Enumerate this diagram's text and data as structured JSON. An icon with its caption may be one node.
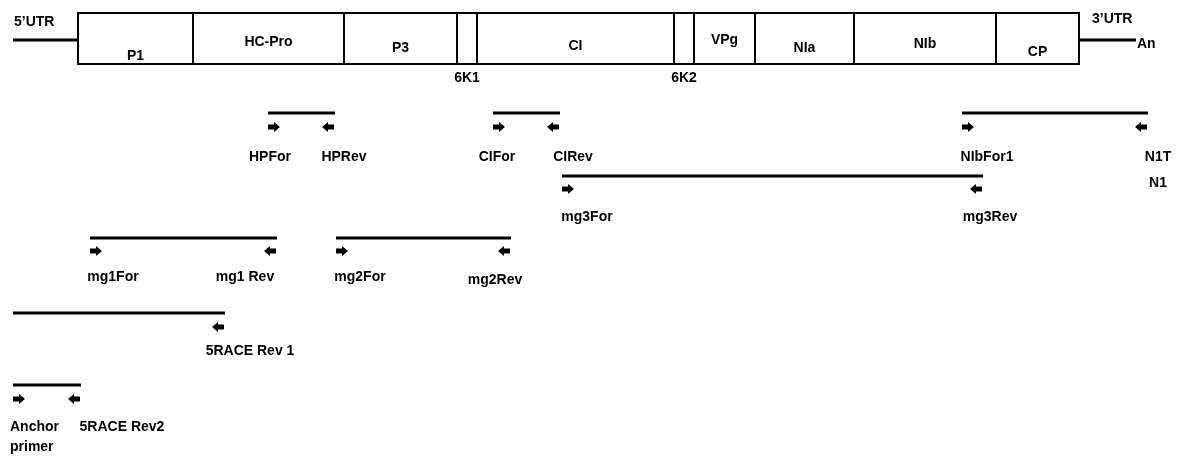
{
  "diagram": {
    "nodes": [
      {
        "text": [
          "P1"
        ]
      },
      {
        "text": [
          "HC-Pro"
        ]
      },
      {
        "text": [
          "P3"
        ]
      },
      {
        "text": [
          "6K1"
        ]
      },
      {
        "text": [
          "CI"
        ]
      },
      {
        "text": [
          "6K2"
        ]
      },
      {
        "text": [
          "VPg"
        ]
      },
      {
        "text": [
          "NIa"
        ]
      },
      {
        "text": [
          "NIb"
        ]
      },
      {
        "text": [
          "CP"
        ]
      }
    ],
    "labels": [
      "5’UTR",
      "3’UTR",
      "An",
      "HPFor",
      "HPRev",
      "CIFor",
      "CIRev",
      "NIbFor1",
      "N1T",
      "N1",
      "mg3For",
      "mg3Rev",
      "mg1For",
      "mg1 Rev",
      "mg2For",
      "mg2Rev",
      "5RACE Rev 1",
      "Anchor primer",
      "5RACE Rev2"
    ]
  }
}
